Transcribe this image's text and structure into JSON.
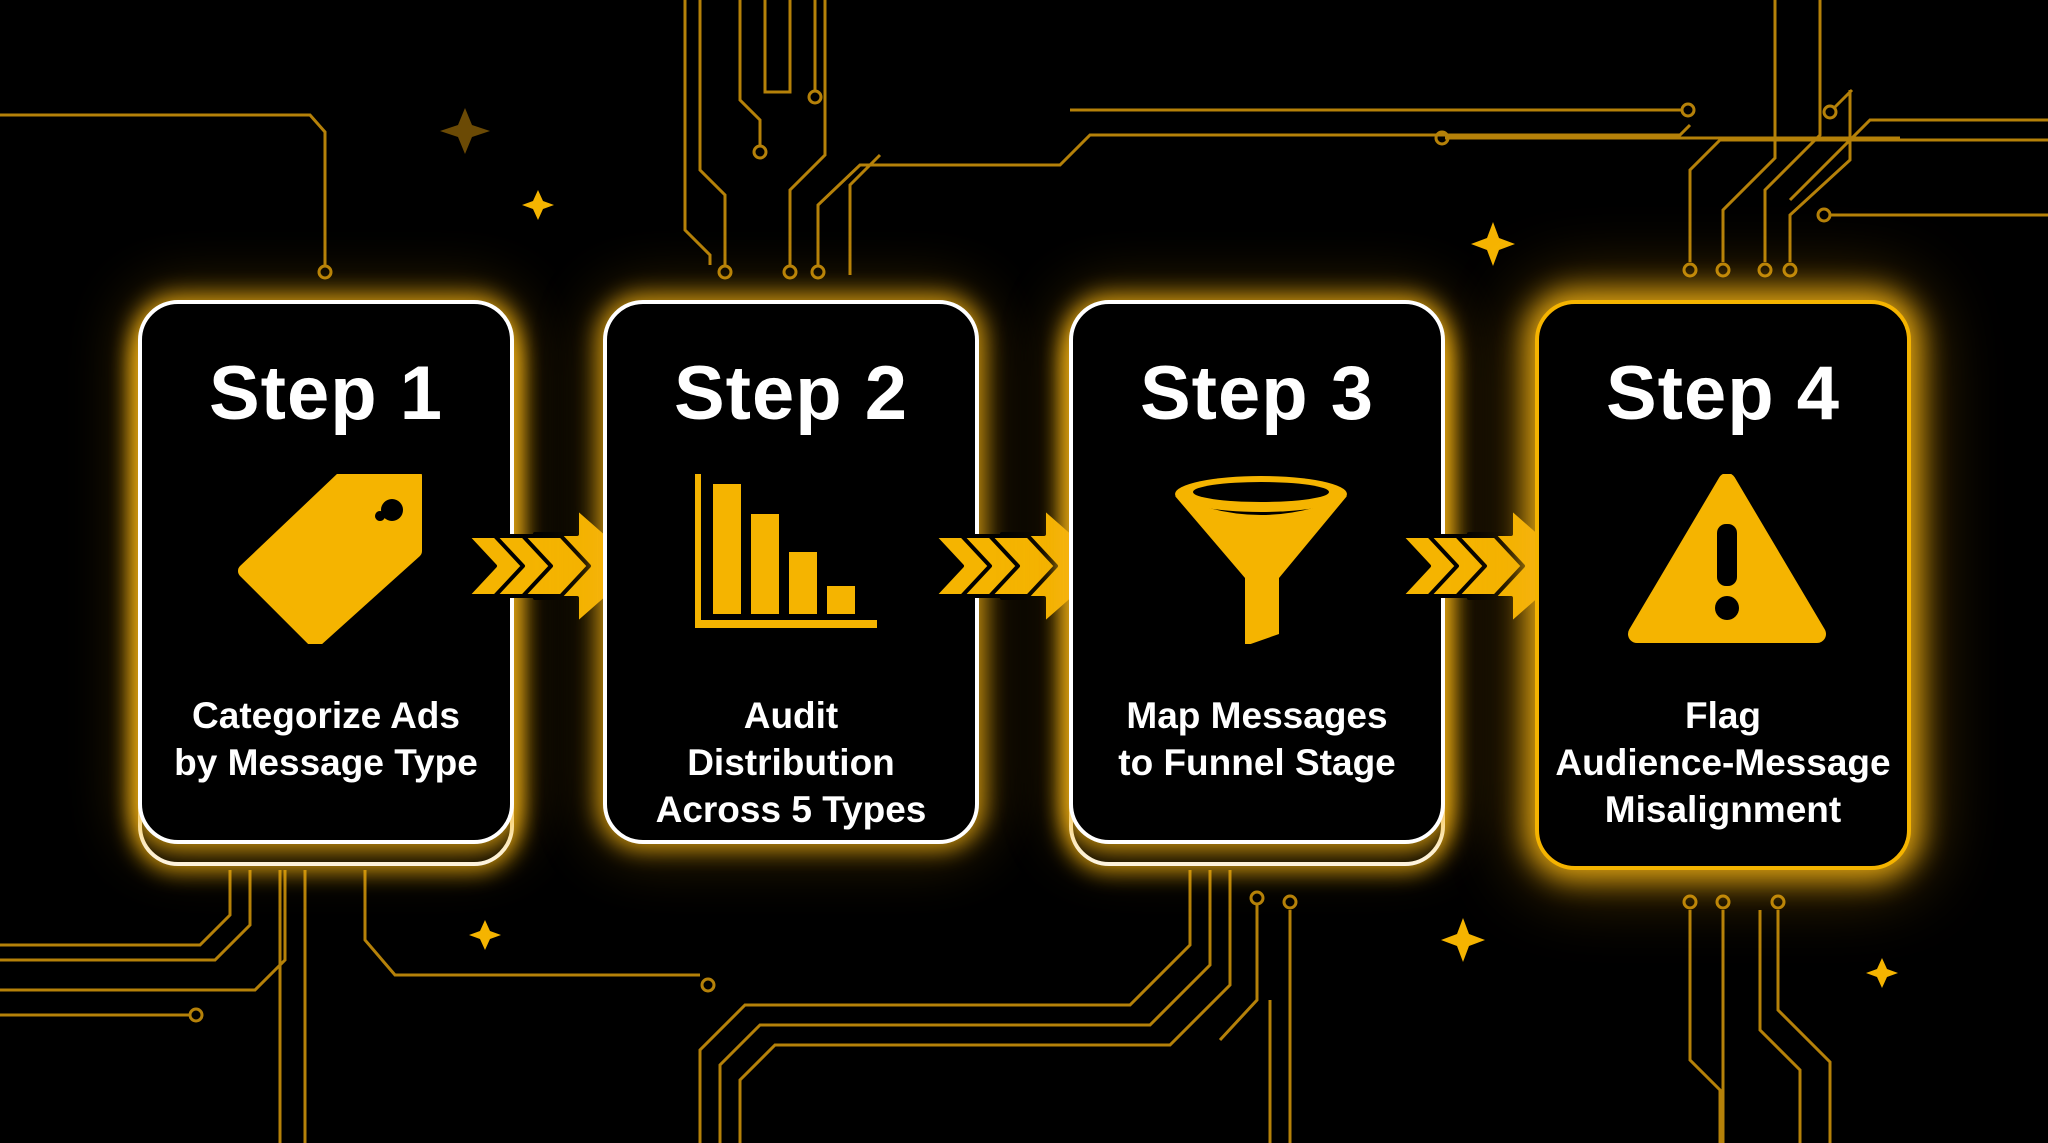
{
  "colors": {
    "accent": "#f5b400",
    "background": "#000000",
    "text": "#ffffff"
  },
  "steps": [
    {
      "title": "Step 1",
      "description": "Categorize Ads\nby Message Type",
      "icon": "tag-icon"
    },
    {
      "title": "Step 2",
      "description": "Audit\nDistribution\nAcross 5 Types",
      "icon": "bar-chart-icon"
    },
    {
      "title": "Step 3",
      "description": "Map Messages\nto Funnel Stage",
      "icon": "funnel-icon"
    },
    {
      "title": "Step 4",
      "description": "Flag\nAudience-Message\nMisalignment",
      "icon": "warning-icon"
    }
  ]
}
